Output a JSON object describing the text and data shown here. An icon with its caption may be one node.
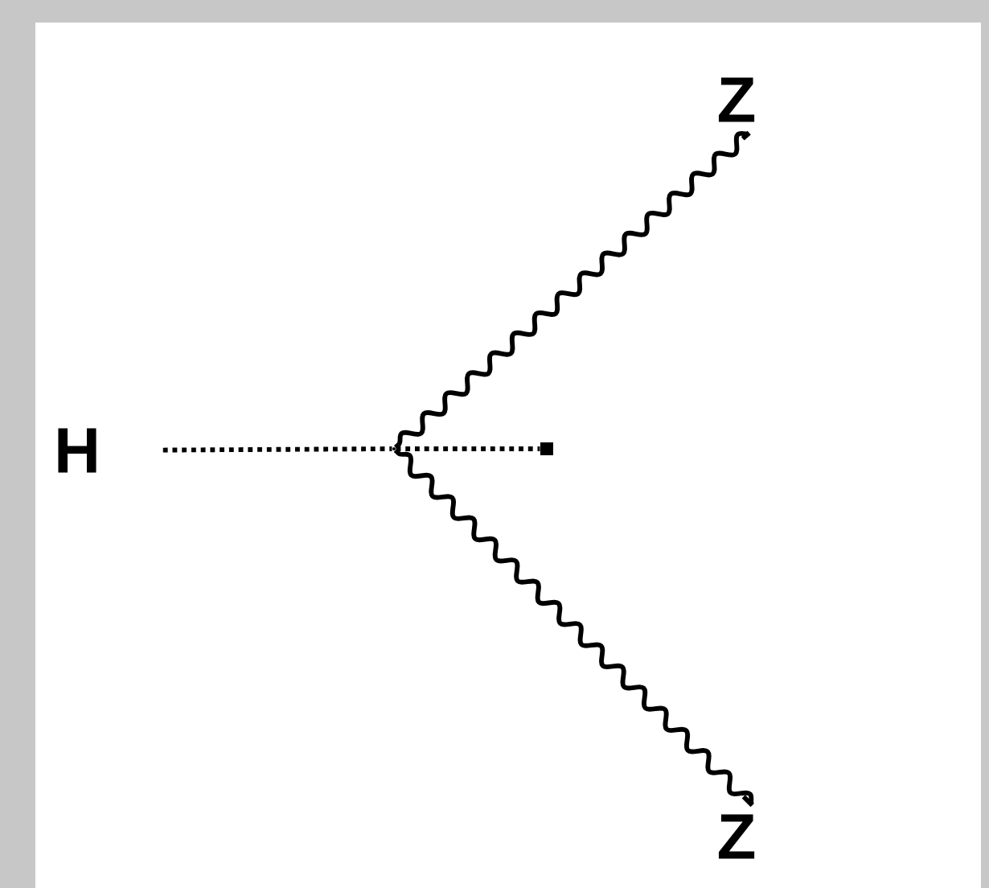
{
  "diagram": {
    "nodes": [
      {
        "text": [
          "H"
        ]
      },
      {
        "text": [
          "Z"
        ]
      },
      {
        "text": [
          "Z"
        ]
      },
      {
        "text": [],
        "shape": "point"
      },
      {
        "text": [],
        "shape": "dot"
      }
    ],
    "edges": [
      {
        "from": 0,
        "to": 3,
        "arrow": "none",
        "style": "dashed"
      },
      {
        "from": 3,
        "to": 4,
        "arrow": "none",
        "style": "dashed"
      },
      {
        "from": 3,
        "to": 1,
        "arrow": "none"
      },
      {
        "from": 3,
        "to": 2,
        "arrow": "none"
      }
    ]
  }
}
